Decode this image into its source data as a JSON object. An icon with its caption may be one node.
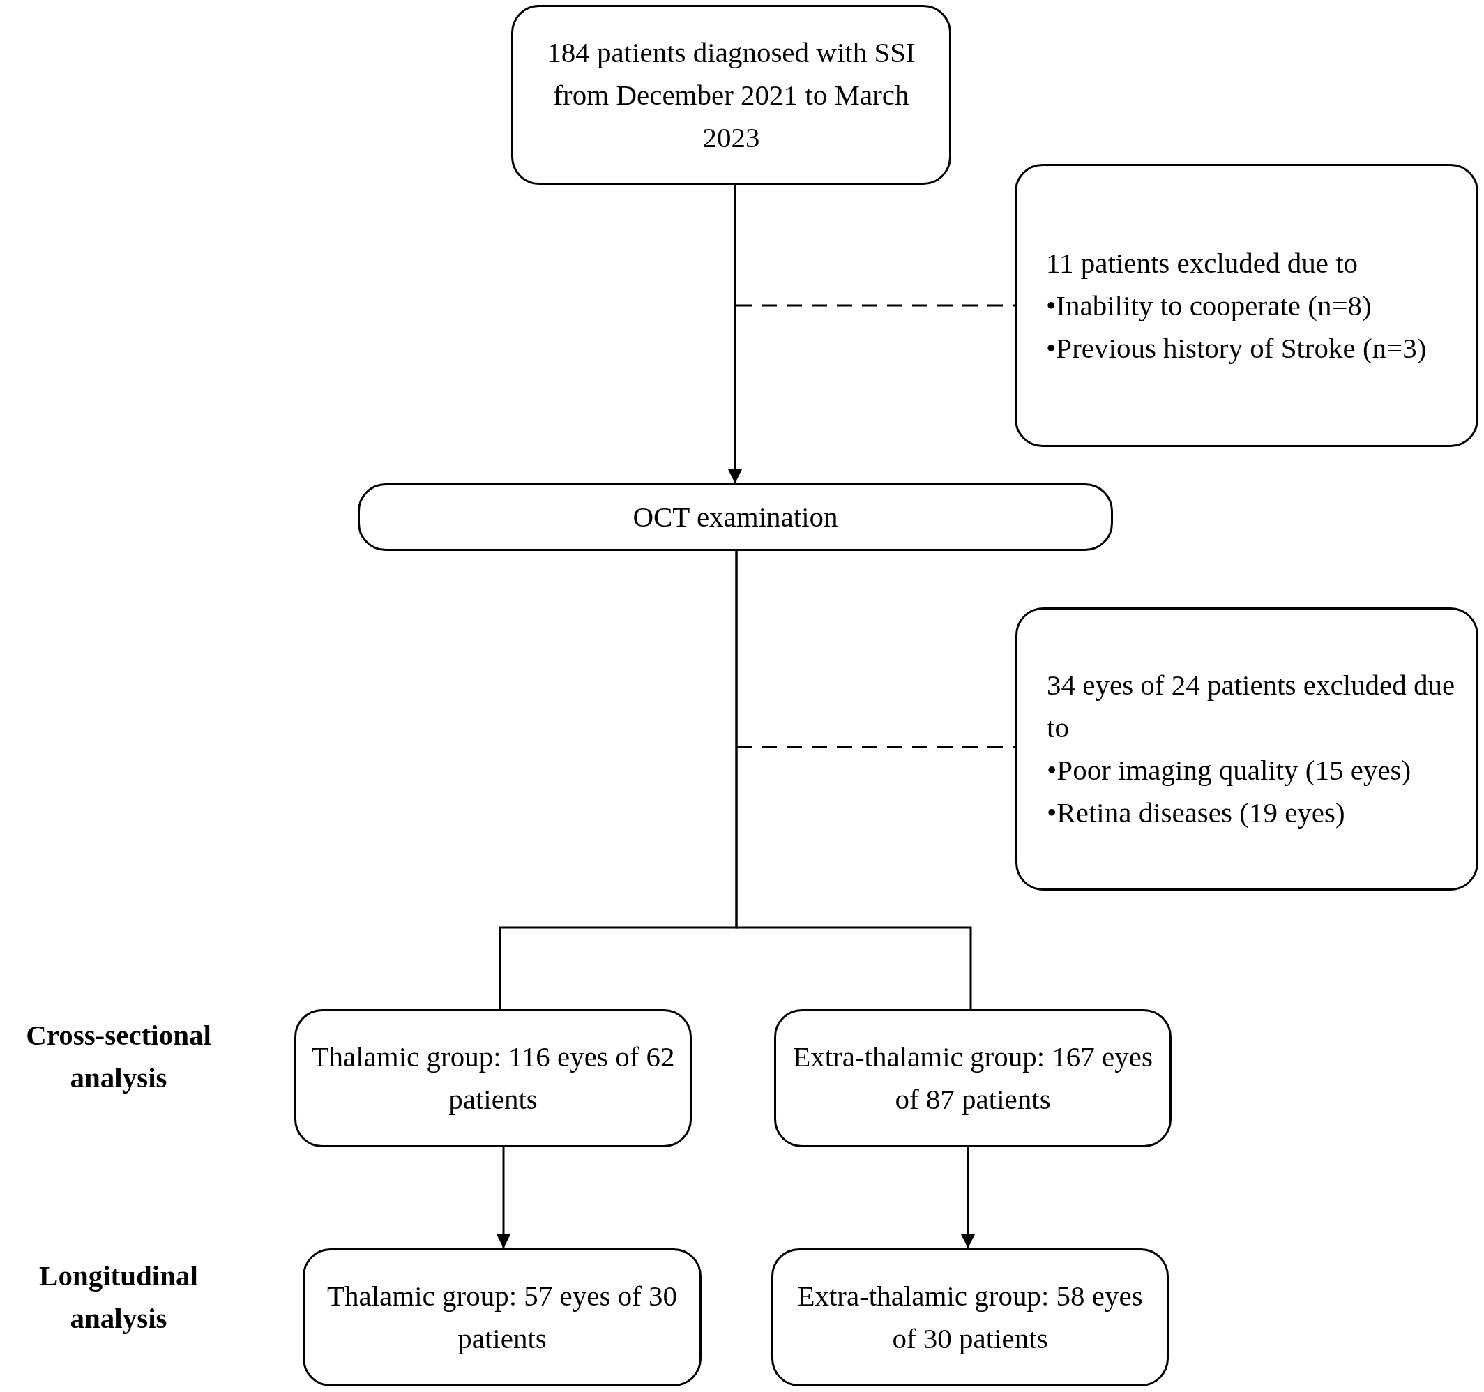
{
  "diagram": {
    "nodes": [
      {
        "text": [
          "184 patients diagnosed with SSI from December 2021 to March 2023"
        ]
      },
      {
        "text": [
          "11 patients excluded due to",
          "•Inability to cooperate (n=8)",
          "•Previous history of Stroke (n=3)"
        ]
      },
      {
        "text": [
          "OCT examination"
        ]
      },
      {
        "text": [
          "34 eyes of 24 patients excluded due to",
          "•Poor imaging quality (15 eyes)",
          "•Retina diseases (19 eyes)"
        ]
      },
      {
        "text": [
          "Thalamic group: 116 eyes of 62 patients"
        ]
      },
      {
        "text": [
          "Extra-thalamic group: 167 eyes of 87 patients"
        ]
      },
      {
        "text": [
          "Thalamic group: 57 eyes of 30 patients"
        ]
      },
      {
        "text": [
          "Extra-thalamic group: 58 eyes of 30 patients"
        ]
      }
    ],
    "edges": [
      {
        "from": 0,
        "to": 2,
        "arrow": "to"
      },
      {
        "from": null,
        "to": 1,
        "arrow": "none",
        "style": "dashed"
      },
      {
        "from": null,
        "to": 3,
        "arrow": "none",
        "style": "dashed"
      },
      {
        "from": 2,
        "to": 4,
        "arrow": "none"
      },
      {
        "from": 2,
        "to": 5,
        "arrow": "none"
      },
      {
        "from": 4,
        "to": 6,
        "arrow": "to"
      },
      {
        "from": 5,
        "to": 7,
        "arrow": "to"
      }
    ],
    "labels": [
      "Cross-sectional analysis",
      "Longitudinal analysis"
    ]
  }
}
